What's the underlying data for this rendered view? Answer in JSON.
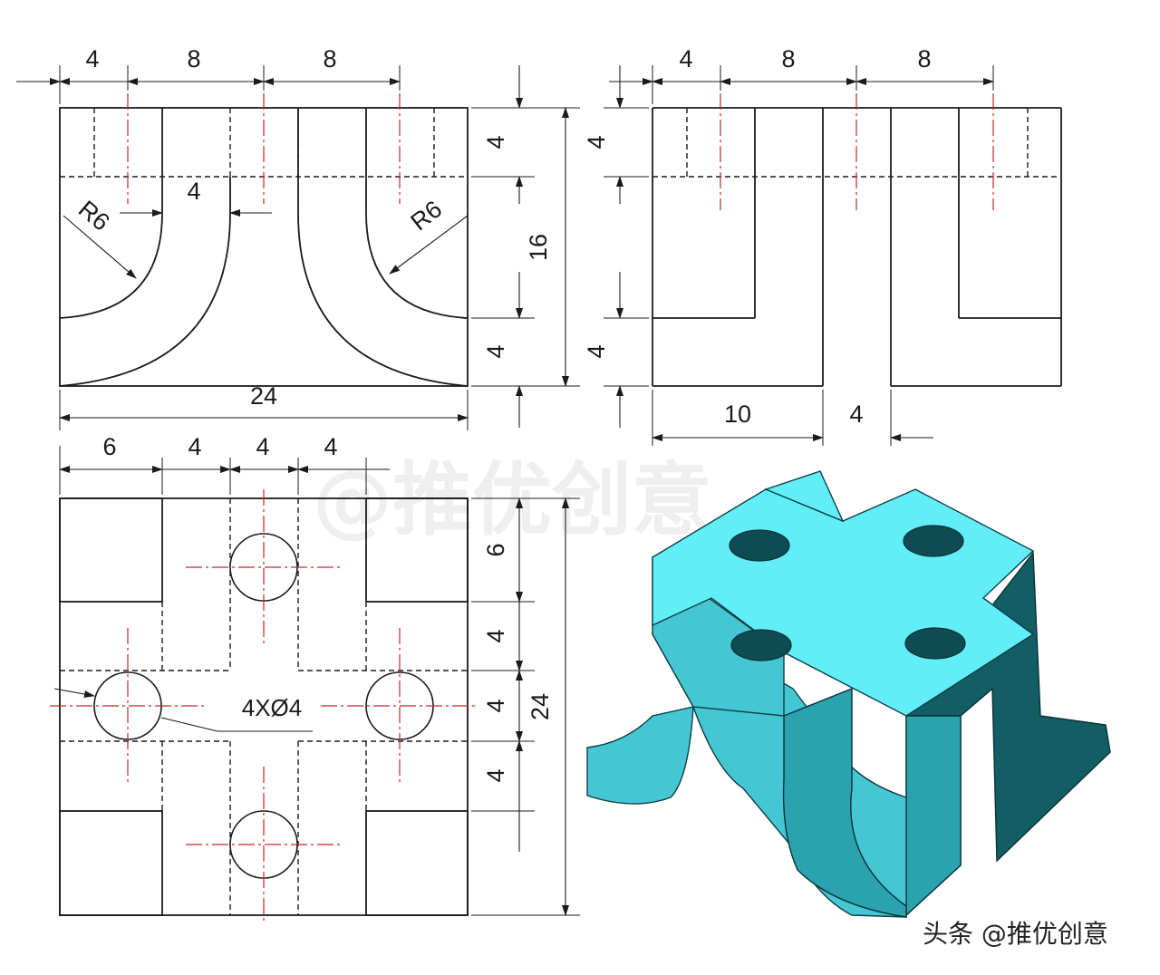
{
  "front_view": {
    "dims_top": [
      "4",
      "8",
      "8"
    ],
    "inner_width": "4",
    "radius_left": "R6",
    "radius_right": "R6",
    "dims_right": [
      "4",
      "16",
      "4"
    ],
    "overall_width": "24"
  },
  "side_view": {
    "dims_top": [
      "4",
      "8",
      "8"
    ],
    "dims_left": [
      "4",
      "4"
    ],
    "dims_bottom": [
      "10",
      "4"
    ]
  },
  "top_view": {
    "dims_top": [
      "6",
      "4",
      "4",
      "4"
    ],
    "dims_right": [
      "6",
      "4",
      "4",
      "4"
    ],
    "overall_depth": "24",
    "hole_callout": "4XØ4"
  },
  "watermark": "@推优创意",
  "credit": "头条 @推优创意",
  "colors": {
    "line": "#1b1b1b",
    "center_line": "#c62828",
    "model_top": "#62eef8",
    "model_left": "#45c6d3",
    "model_right": "#135d64"
  }
}
